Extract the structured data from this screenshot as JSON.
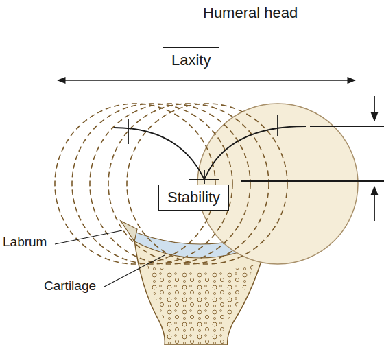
{
  "diagram": {
    "nodes": [
      {
        "text": [
          "Laxity"
        ]
      },
      {
        "text": [
          "Stability"
        ]
      }
    ],
    "labels": [
      "Humeral head",
      "Labrum",
      "Cartilage"
    ]
  }
}
